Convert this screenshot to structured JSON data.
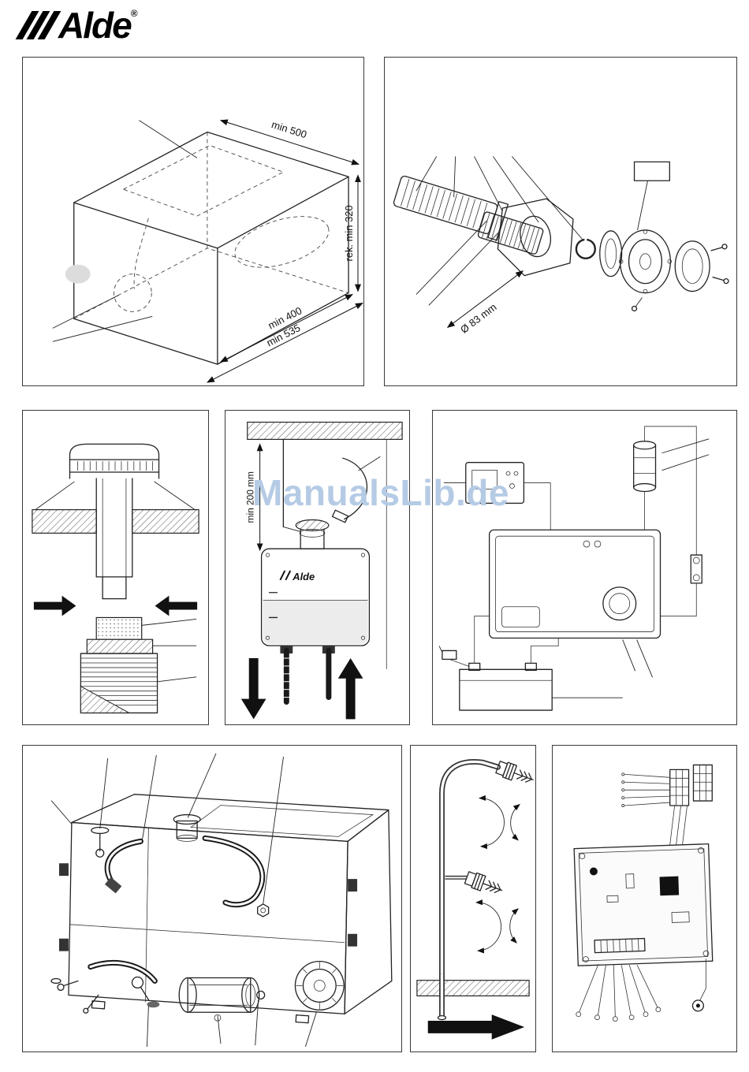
{
  "header": {
    "brand": "Alde",
    "registered_mark": "®"
  },
  "watermark": {
    "text": "ManualsLib.de"
  },
  "colors": {
    "watermark_blue": "#b5cbe5",
    "ink": "#222222",
    "panel_border": "#3a3a3a"
  },
  "figures": {
    "compartment": {
      "dim_top": "min 500",
      "dim_side": "rek. min 320",
      "dim_bottom_inner": "min 400",
      "dim_bottom_outer": "min 535"
    },
    "flue": {
      "dim_diameter": "Ø 83 mm"
    },
    "expansion_tank": {
      "dim_clearance": "min 200 mm",
      "brand": "Alde"
    }
  }
}
